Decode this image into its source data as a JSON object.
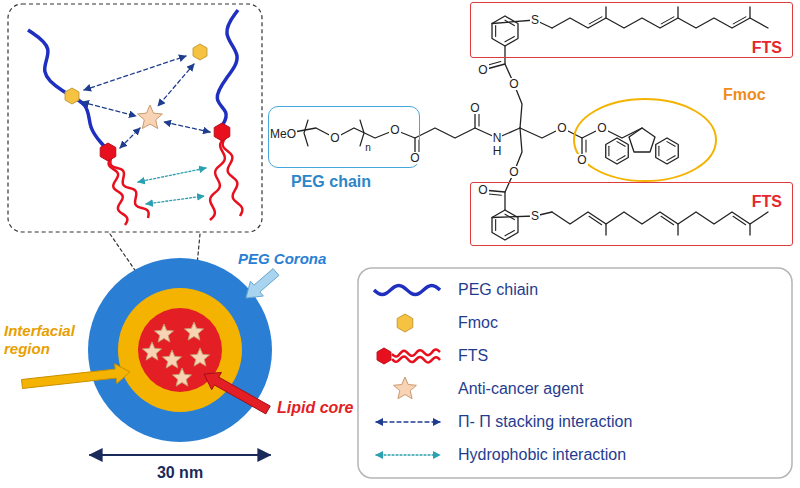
{
  "diagram": {
    "nodes": [
      {
        "text": [
          "FTS"
        ]
      },
      {
        "text": [
          "PEG chain"
        ]
      },
      {
        "text": [
          "Fmoc"
        ]
      },
      {
        "text": [
          "FTS"
        ]
      }
    ],
    "labels": [
      "MeO",
      "O",
      "n",
      "O",
      "O",
      "O",
      "N",
      "H",
      "O",
      "O",
      "O",
      "O",
      "O",
      "O",
      "O",
      "S",
      "S",
      "Interfacial region",
      "PEG Corona",
      "Lipid core",
      "30 nm"
    ],
    "legend": [
      {
        "text": "PEG chiain"
      },
      {
        "text": "Fmoc"
      },
      {
        "text": "FTS"
      },
      {
        "text": "Anti-cancer agent"
      },
      {
        "text": "Π- Π stacking interaction"
      },
      {
        "text": "Hydrophobic interaction"
      }
    ]
  }
}
